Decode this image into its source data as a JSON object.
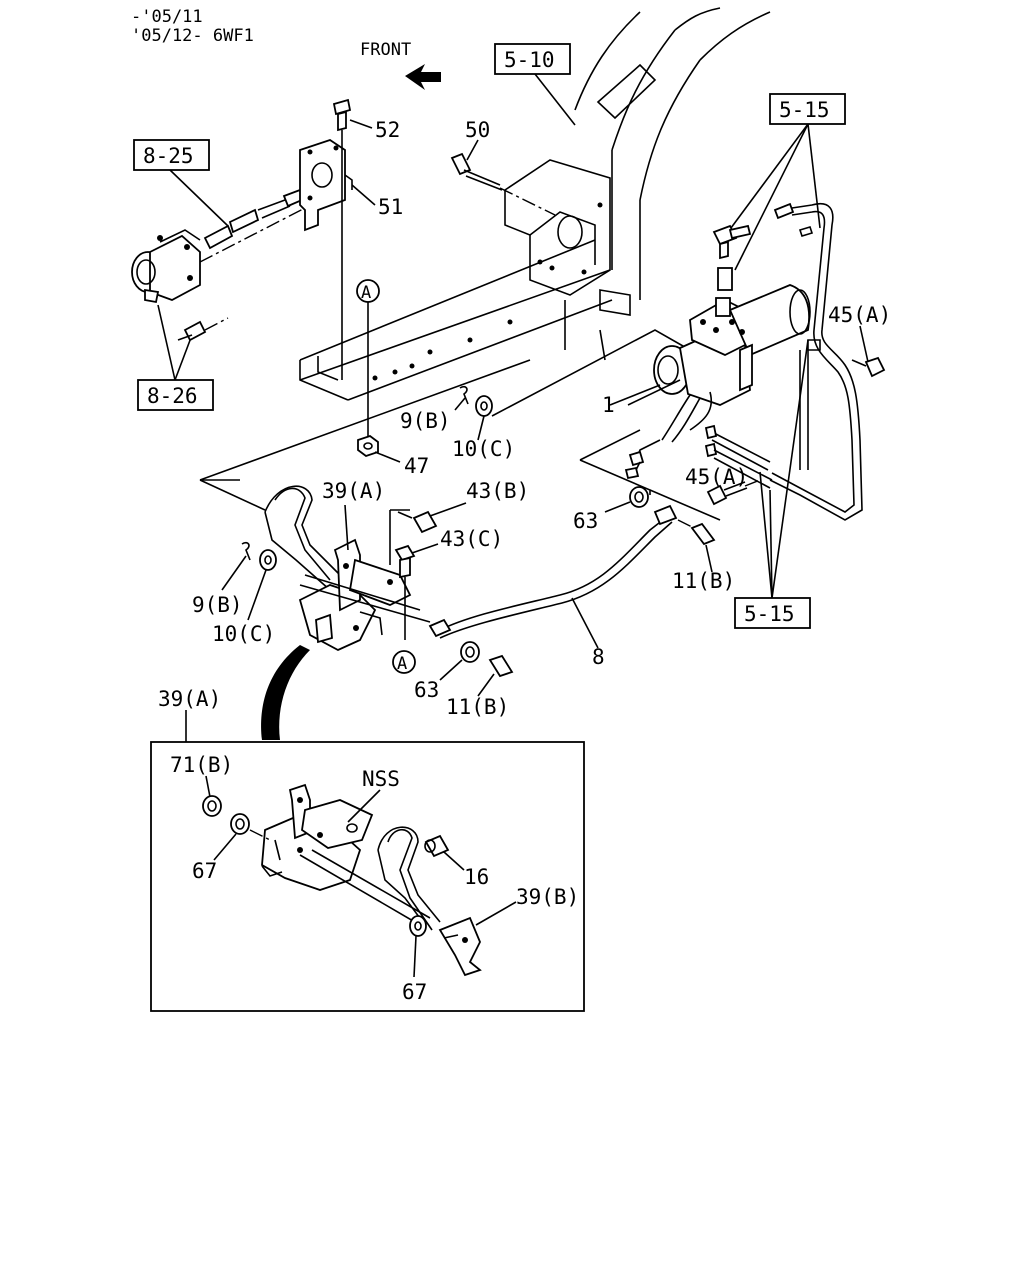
{
  "header": {
    "line1": "-'05/11",
    "line2": "'05/12- 6WF1"
  },
  "direction_label": "FRONT",
  "ref_boxes": [
    "5-10",
    "5-15",
    "8-25",
    "8-26",
    "5-15"
  ],
  "callouts": [
    "52",
    "50",
    "51",
    "45(A)",
    "1",
    "9(B)",
    "10(C)",
    "47",
    "39(A)",
    "43(B)",
    "43(C)",
    "63",
    "45(A)",
    "11(B)",
    "9(B)",
    "10(C)",
    "8",
    "63",
    "11(B)",
    "39(A)"
  ],
  "circle_refs": [
    "A",
    "A"
  ],
  "inset": {
    "callouts": [
      "71(B)",
      "NSS",
      "67",
      "16",
      "39(B)",
      "67"
    ]
  }
}
